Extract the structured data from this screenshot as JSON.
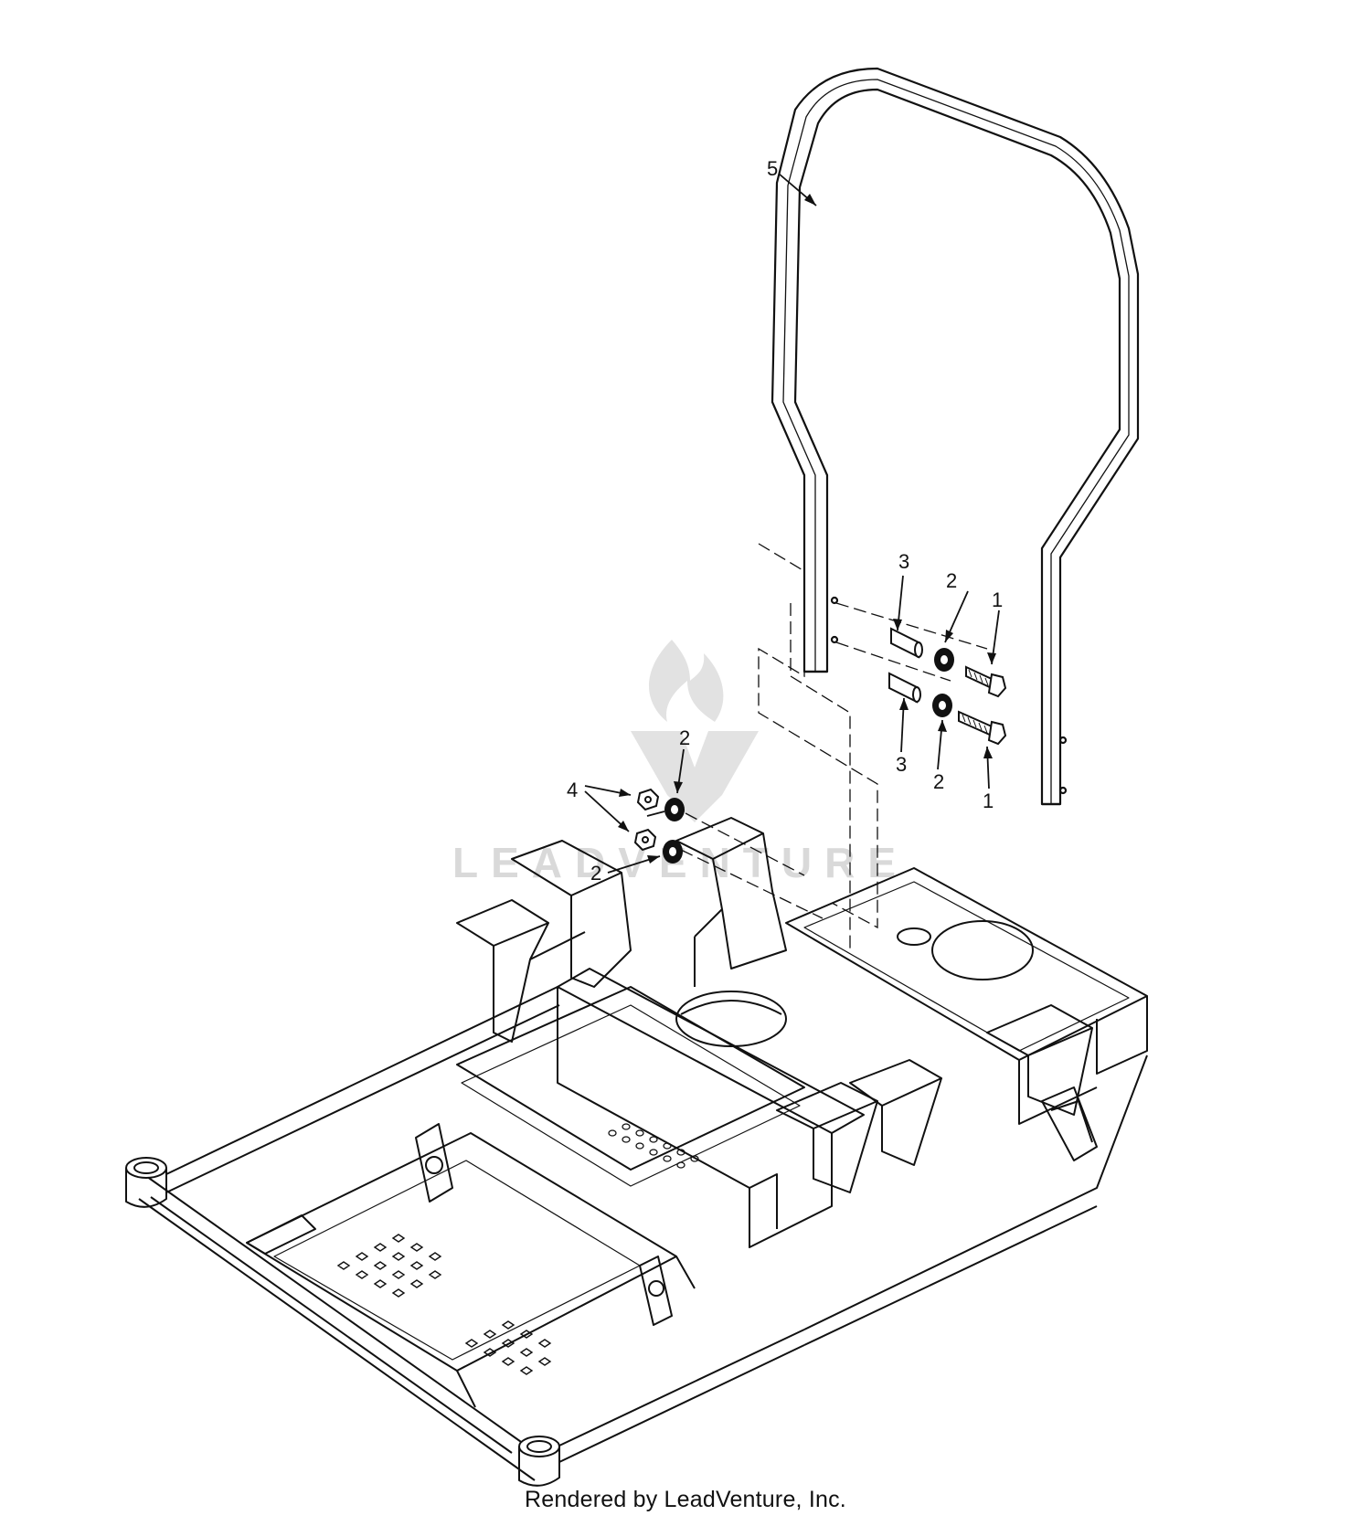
{
  "callouts": {
    "c1_upper": "1",
    "c1_lower": "1",
    "c2_upper": "2",
    "c2_lower": "2",
    "c2_left_upper": "2",
    "c2_left_lower": "2",
    "c3_upper": "3",
    "c3_lower": "3",
    "c4": "4",
    "c5": "5"
  },
  "watermark": {
    "text": "LEADVENTURE"
  },
  "footer": {
    "credit": "Rendered by LeadVenture, Inc."
  },
  "colors": {
    "line": "#111111",
    "watermark": "#d9d9d9",
    "background": "#ffffff"
  }
}
